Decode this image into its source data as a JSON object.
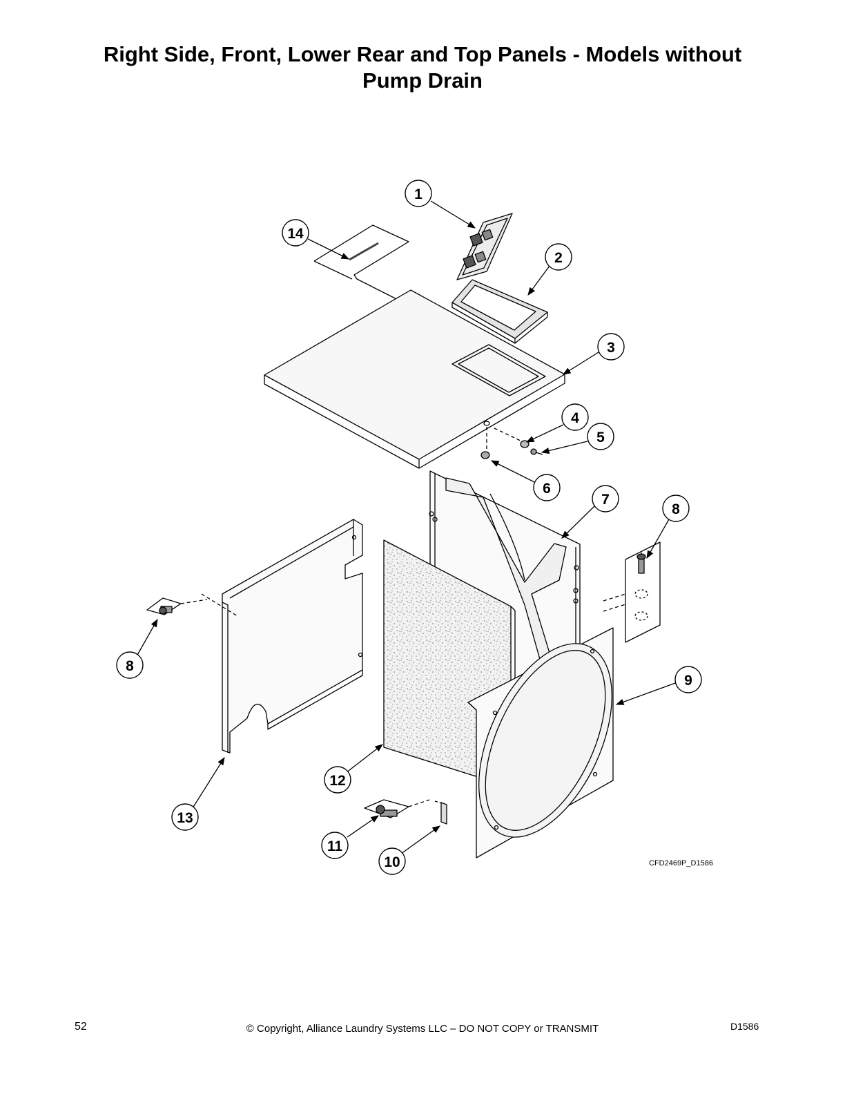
{
  "title": {
    "line1": "Right Side, Front, Lower Rear and Top Panels - Models without",
    "line2": "Pump Drain"
  },
  "callouts": [
    {
      "label": "1"
    },
    {
      "label": "14"
    },
    {
      "label": "2"
    },
    {
      "label": "3"
    },
    {
      "label": "4"
    },
    {
      "label": "5"
    },
    {
      "label": "6"
    },
    {
      "label": "7"
    },
    {
      "label": "8"
    },
    {
      "label": "8"
    },
    {
      "label": "9"
    },
    {
      "label": "12"
    },
    {
      "label": "13"
    },
    {
      "label": "11"
    },
    {
      "label": "10"
    }
  ],
  "drawing_code": "CFD2469P_D1586",
  "footer": {
    "page_number": "52",
    "copyright": "© Copyright, Alliance Laundry Systems LLC – DO NOT COPY or TRANSMIT",
    "doc_id": "D1586"
  }
}
